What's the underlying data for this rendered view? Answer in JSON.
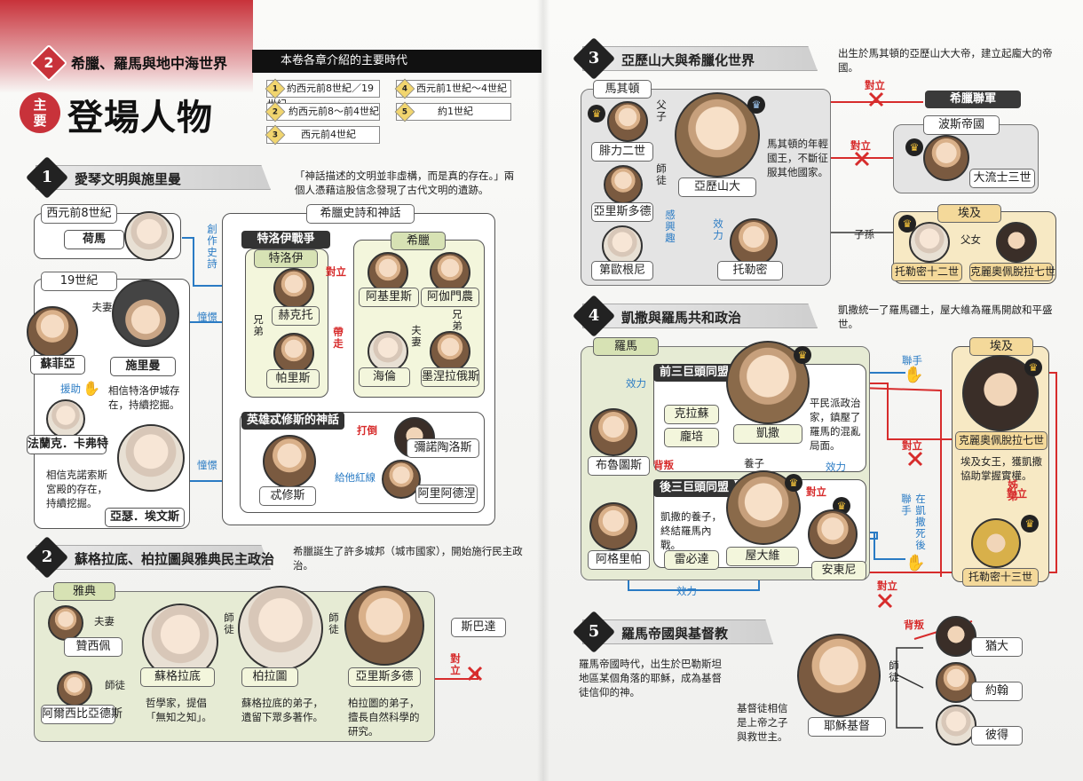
{
  "chapter": {
    "number": "2",
    "title": "希臘、羅馬與地中海世界"
  },
  "main_title": {
    "badge_top": "主",
    "badge_bottom": "要",
    "title": "登場人物"
  },
  "periods": {
    "header": "本卷各章介紹的主要時代",
    "items": [
      {
        "num": "1",
        "label": "約西元前8世紀／19世紀"
      },
      {
        "num": "2",
        "label": "約西元前8～前4世紀"
      },
      {
        "num": "3",
        "label": "西元前4世紀"
      },
      {
        "num": "4",
        "label": "西元前1世紀～4世紀"
      },
      {
        "num": "5",
        "label": "約1世紀"
      }
    ]
  },
  "s1": {
    "num": "1",
    "title": "愛琴文明與施里曼",
    "intro": "「神話描述的文明並非虛構，而是真的存在。」兩個人憑藉這股信念發現了古代文明的遺跡。",
    "era1": "西元前8世紀",
    "era2": "19世紀",
    "homer": "荷馬",
    "sophia": "蘇菲亞",
    "schliemann": "施里曼",
    "frank": "法蘭克．卡弗特",
    "evans": "亞瑟．埃文斯",
    "couple": "夫妻",
    "aid": "援助",
    "longing1": "憧憬",
    "longing2": "憧憬",
    "created_poems": "創作史詩",
    "schliemann_desc": "相信特洛伊城存在，持續挖掘。",
    "evans_desc": "相信克諾索斯宮殿的存在，持續挖掘。",
    "myth_box": "希臘史詩和神話",
    "trojan_war": "特洛伊戰爭",
    "troy": "特洛伊",
    "greece": "希臘",
    "hector": "赫克托",
    "paris": "帕里斯",
    "achilles": "阿基里斯",
    "agamemnon": "阿伽門農",
    "helen": "海倫",
    "menelaus": "墨涅拉俄斯",
    "opposed": "對立",
    "brothers1": "兄弟",
    "brothers2": "兄弟",
    "couple2": "夫妻",
    "took_away": "帶走",
    "theseus_box": "英雄忒修斯的神話",
    "theseus": "忒修斯",
    "minotaur": "彌諾陶洛斯",
    "ariadne": "阿里阿德涅",
    "defeat": "打倒",
    "red_thread": "給他紅線"
  },
  "s2": {
    "num": "2",
    "title": "蘇格拉底、柏拉圖與雅典民主政治",
    "intro": "希臘誕生了許多城邦（城市國家），開始施行民主政治。",
    "athens": "雅典",
    "sparta": "斯巴達",
    "opposed": "對立",
    "xanthippe": "贊西佩",
    "alcibiades": "阿爾西比亞德斯",
    "socrates": "蘇格拉底",
    "plato": "柏拉圖",
    "aristotle": "亞里斯多德",
    "couple": "夫妻",
    "disciple1": "師徒",
    "disciple2": "師徒",
    "disciple3": "師徒",
    "socrates_desc": "哲學家，提倡「無知之知」。",
    "plato_desc": "蘇格拉底的弟子，遺留下眾多著作。",
    "aristotle_desc": "柏拉圖的弟子，擅長自然科學的研究。"
  },
  "s3": {
    "num": "3",
    "title": "亞歷山大與希臘化世界",
    "intro": "出生於馬其頓的亞歷山大大帝，建立起龐大的帝國。",
    "macedon": "馬其頓",
    "philip": "腓力二世",
    "aristotle": "亞里斯多德",
    "diogenes": "第歐根尼",
    "alexander": "亞歷山大",
    "ptolemy": "托勒密",
    "father_son": "父子",
    "disciple": "師徒",
    "interest": "感興趣",
    "serve": "效力",
    "alexander_desc": "馬其頓的年輕國王，不斷征服其他國家。",
    "greek_league": "希臘聯軍",
    "persia": "波斯帝國",
    "darius": "大流士三世",
    "egypt": "埃及",
    "ptolemy12": "托勒密十二世",
    "cleopatra": "克麗奧佩脫拉七世",
    "descendant": "子孫",
    "father_daughter": "父女",
    "opposed1": "對立",
    "opposed2": "對立"
  },
  "s4": {
    "num": "4",
    "title": "凱撒與羅馬共和政治",
    "intro": "凱撒統一了羅馬疆土，屋大維為羅馬開啟和平盛世。",
    "rome": "羅馬",
    "first_tri": "前三巨頭同盟",
    "second_tri": "後三巨頭同盟",
    "crassus": "克拉蘇",
    "pompey": "龐培",
    "caesar": "凱撒",
    "brutus": "布魯圖斯",
    "caesar_desc": "平民派政治家，鎮壓了羅馬的混亂局面。",
    "agrippa": "阿格里帕",
    "lepidus": "雷必達",
    "octavian": "屋大維",
    "antony": "安東尼",
    "octavian_desc": "凱撒的養子，終結羅馬內戰。",
    "serve1": "效力",
    "serve2": "效力",
    "serve3": "效力",
    "betray": "背叛",
    "adopted": "養子",
    "opposed_inner": "對立",
    "egypt": "埃及",
    "cleopatra": "克麗奧佩脫拉七世",
    "cleopatra_desc": "埃及女王，獲凱撒協助掌握實權。",
    "ptolemy13": "托勒密十三世",
    "siblings": "姊弟",
    "opposed1": "對立",
    "opposed2": "對立",
    "opposed3": "對立",
    "ally1": "聯手",
    "ally2": "聯手",
    "after_death": "在凱撒死後"
  },
  "s5": {
    "num": "5",
    "title": "羅馬帝國與基督教",
    "intro": "羅馬帝國時代，出生於巴勒斯坦地區某個角落的耶穌，成為基督徒信仰的神。",
    "jesus_desc": "基督徒相信是上帝之子與救世主。",
    "jesus": "耶穌基督",
    "judas": "猶大",
    "john": "約翰",
    "peter": "彼得",
    "betray": "背叛",
    "disciple": "師徒"
  }
}
